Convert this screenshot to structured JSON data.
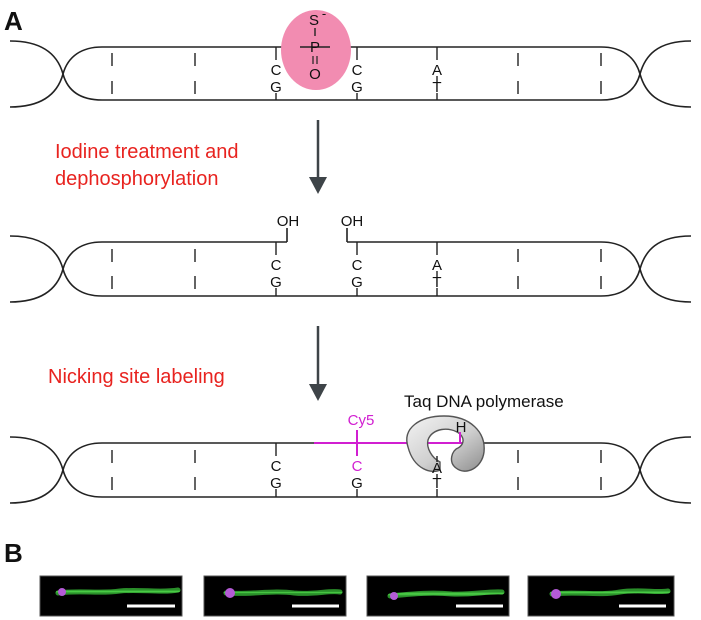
{
  "panels": {
    "a_label": "A",
    "b_label": "B"
  },
  "steps": {
    "step1_line1": "Iodine treatment and",
    "step1_line2": "dephosphorylation",
    "step2": "Nicking site labeling"
  },
  "phosphorothioate": {
    "s": "S",
    "charge": "-",
    "p": "P",
    "o": "O"
  },
  "bases": {
    "c": "C",
    "g": "G",
    "a": "A",
    "t": "T"
  },
  "hydroxyl": {
    "oh": "OH"
  },
  "label": {
    "dye": "Cy5",
    "dye_base": "C",
    "h": "H"
  },
  "enzyme": {
    "name": "Taq DNA polymerase"
  },
  "colors": {
    "step_text": "#e8231f",
    "phosphate_highlight": "#f28cb1",
    "dye": "#d11fd1",
    "dna_fiber": "#39c23a",
    "dye_spot": "#b45bd6",
    "image_bg": "#000000",
    "scale_bar": "#ffffff"
  },
  "micrographs": {
    "count": 4
  }
}
